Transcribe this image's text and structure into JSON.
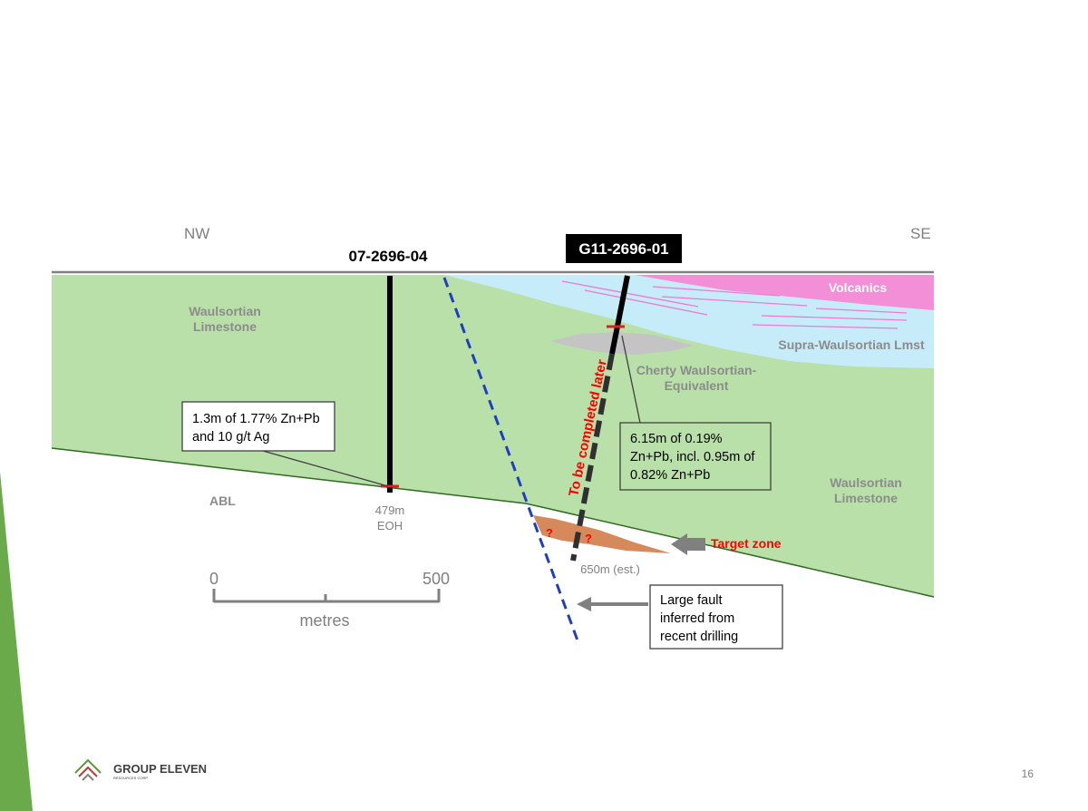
{
  "directions": {
    "left": "NW",
    "right": "SE"
  },
  "holes": {
    "hole_a": {
      "id": "07-2696-04",
      "depth_line1": "479m",
      "depth_line2": "EOH"
    },
    "hole_b": {
      "id": "G11-2696-01",
      "depth": "650m (est.)",
      "planned_label": "To be completed later"
    }
  },
  "units": {
    "volcanics": "Volcanics",
    "supra": "Supra-Waulsortian Lmst",
    "cherty_line1": "Cherty Waulsortian-",
    "cherty_line2": "Equivalent",
    "waulsortian_nw_line1": "Waulsortian",
    "waulsortian_nw_line2": "Limestone",
    "waulsortian_se_line1": "Waulsortian",
    "waulsortian_se_line2": "Limestone",
    "abl": "ABL"
  },
  "callouts": {
    "intercept_a": {
      "line1": "1.3m of 1.77% Zn+Pb",
      "line2": "and 10 g/t Ag"
    },
    "intercept_b": {
      "line1": "6.15m of 0.19%",
      "line2": "Zn+Pb, incl. 0.95m of",
      "line3": "0.82% Zn+Pb"
    },
    "fault": {
      "line1": "Large fault",
      "line2": "inferred from",
      "line3": "recent drilling"
    },
    "target": "Target zone",
    "question_mark": "?"
  },
  "scale": {
    "zero": "0",
    "max": "500",
    "unit": "metres"
  },
  "logo": {
    "name": "GROUP ELEVEN",
    "sub": "RESOURCES CORP."
  },
  "page_number": "16",
  "colors": {
    "waulsortian": "#b8e0a8",
    "supra": "#c5ecf8",
    "volcanics": "#f28fd6",
    "cherty": "#c4c4c4",
    "target": "#d68a5c",
    "fault": "#1e3fbf",
    "accent_green": "#6aaa4a"
  }
}
